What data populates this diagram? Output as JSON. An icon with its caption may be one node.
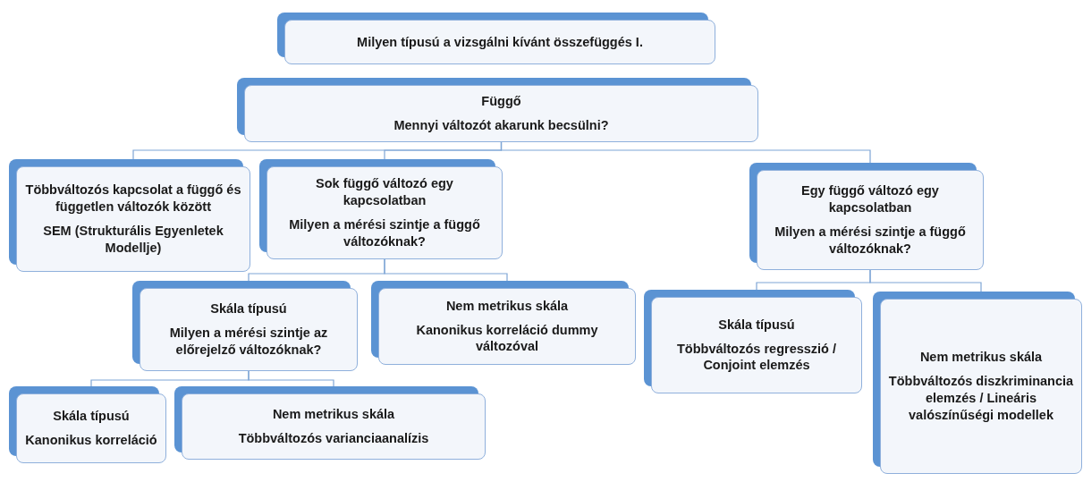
{
  "diagram": {
    "nodes": [
      {
        "text": [
          "Milyen típusú a vizsgálni kívánt összefüggés I."
        ]
      },
      {
        "text": [
          "Függő",
          "Mennyi változót akarunk becsülni?"
        ]
      },
      {
        "text": [
          "Többváltozós kapcsolat a függő és független változók között",
          "SEM (Strukturális Egyenletek Modellje)"
        ]
      },
      {
        "text": [
          "Sok függő változó egy kapcsolatban",
          "Milyen a mérési szintje a függő változóknak?"
        ]
      },
      {
        "text": [
          "Egy függő változó egy kapcsolatban",
          "Milyen a mérési szintje a függő változóknak?"
        ]
      },
      {
        "text": [
          "Skála típusú",
          "Milyen a mérési szintje az előrejelző változóknak?"
        ]
      },
      {
        "text": [
          "Nem metrikus skála",
          "Kanonikus korreláció dummy változóval"
        ]
      },
      {
        "text": [
          "Skála típusú",
          "Többváltozós regresszió / Conjoint elemzés"
        ]
      },
      {
        "text": [
          "Nem metrikus skála",
          "Többváltozós diszkriminancia elemzés / Lineáris valószínűségi modellek"
        ]
      },
      {
        "text": [
          "Skála típusú",
          "Kanonikus korreláció"
        ]
      },
      {
        "text": [
          "Nem metrikus skála",
          "Többváltozós varianciaanalízis"
        ]
      }
    ],
    "edges": [
      {
        "from": 1,
        "to": 2,
        "arrow": "none"
      },
      {
        "from": 1,
        "to": 3,
        "arrow": "none"
      },
      {
        "from": 1,
        "to": 4,
        "arrow": "none"
      },
      {
        "from": 3,
        "to": 5,
        "arrow": "none"
      },
      {
        "from": 3,
        "to": 6,
        "arrow": "none"
      },
      {
        "from": 4,
        "to": 7,
        "arrow": "none"
      },
      {
        "from": 4,
        "to": 8,
        "arrow": "none"
      },
      {
        "from": 5,
        "to": 9,
        "arrow": "none"
      },
      {
        "from": 5,
        "to": 10,
        "arrow": "none"
      }
    ]
  }
}
